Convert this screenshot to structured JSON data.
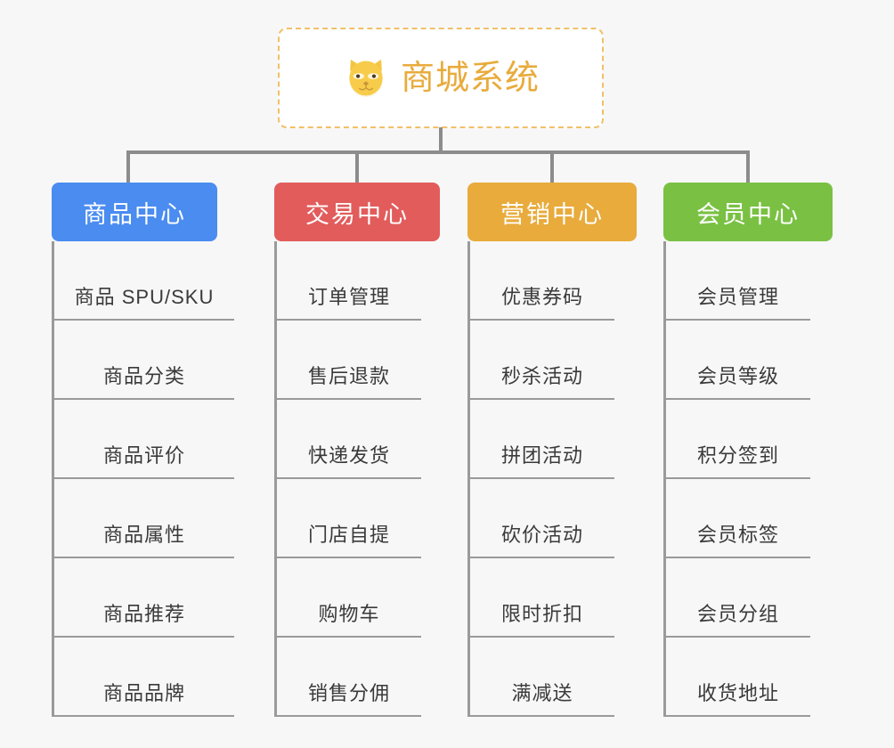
{
  "diagram": {
    "type": "org-chart",
    "background_color": "#f7f7f7",
    "root": {
      "title": "商城系统",
      "icon": "shiba-dog-icon",
      "title_color": "#e8ab3c",
      "border_color": "#f0c068",
      "background_color": "#ffffff"
    },
    "connector_color": "#8c8c8c",
    "columns": [
      {
        "label": "商品中心",
        "color": "#4a8cf0",
        "items": [
          "商品 SPU/SKU",
          "商品分类",
          "商品评价",
          "商品属性",
          "商品推荐",
          "商品品牌"
        ]
      },
      {
        "label": "交易中心",
        "color": "#e25c5c",
        "items": [
          "订单管理",
          "售后退款",
          "快递发货",
          "门店自提",
          "购物车",
          "销售分佣"
        ]
      },
      {
        "label": "营销中心",
        "color": "#e8ab3c",
        "items": [
          "优惠券码",
          "秒杀活动",
          "拼团活动",
          "砍价活动",
          "限时折扣",
          "满减送"
        ]
      },
      {
        "label": "会员中心",
        "color": "#7ac143",
        "items": [
          "会员管理",
          "会员等级",
          "积分签到",
          "会员标签",
          "会员分组",
          "收货地址"
        ]
      }
    ]
  }
}
